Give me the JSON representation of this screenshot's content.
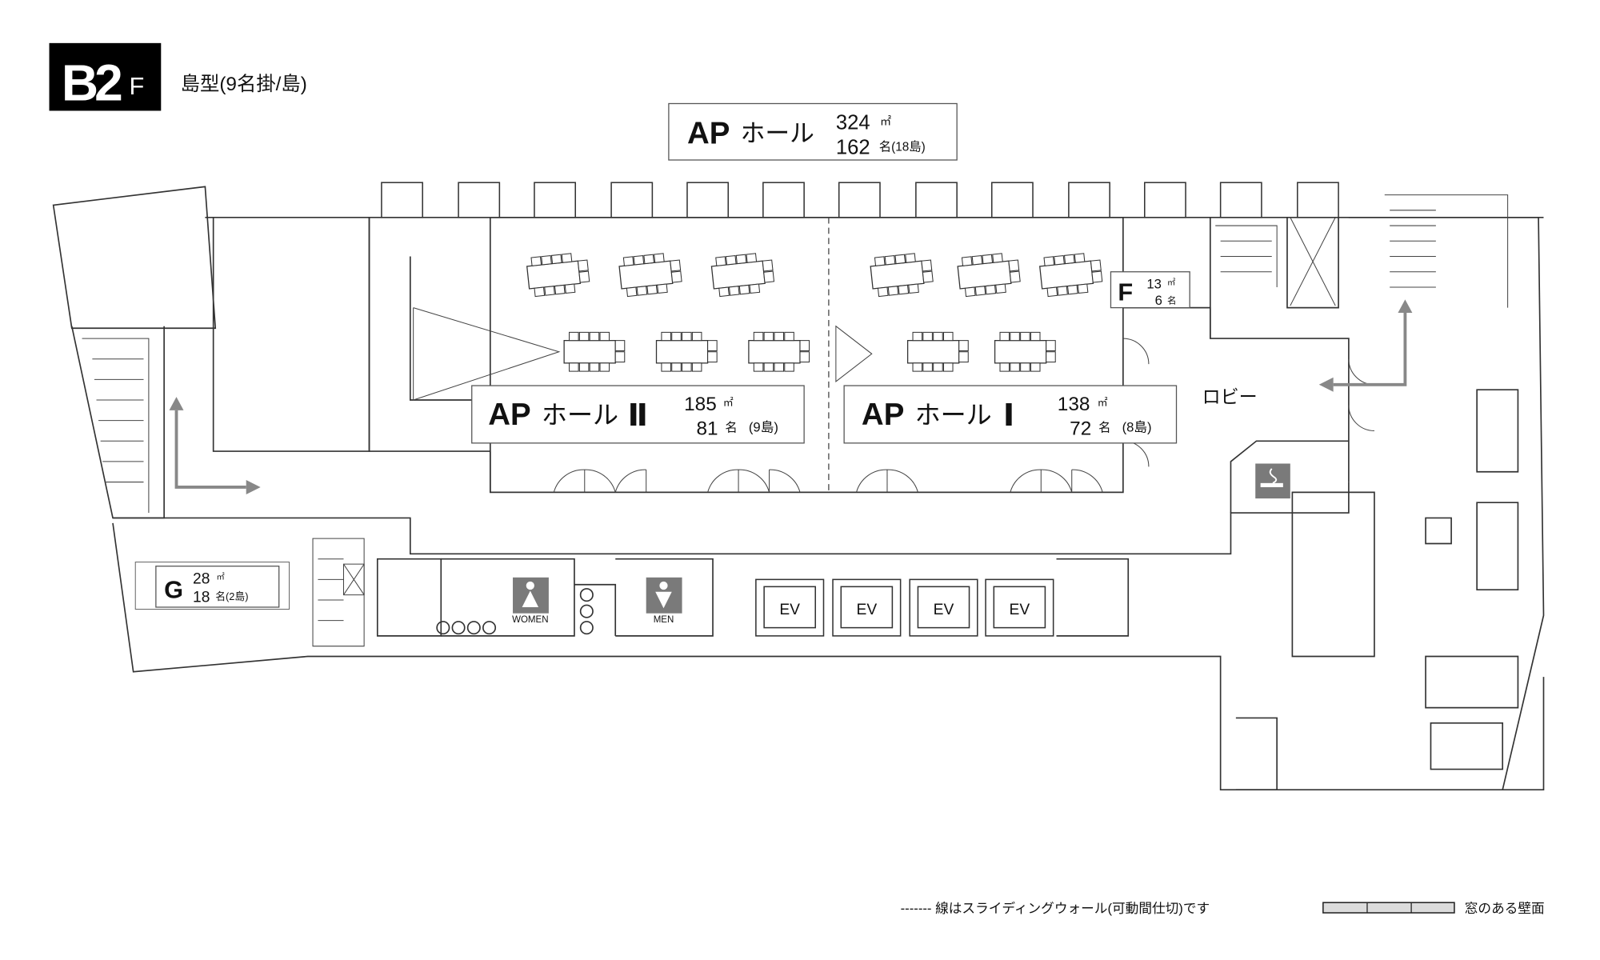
{
  "floor": {
    "badge_main": "B2",
    "badge_suffix": "F",
    "layout_note": "島型(9名掛/島)"
  },
  "ap_hall": {
    "name_en": "AP",
    "name_jp": "ホール",
    "area": "324",
    "area_unit": "㎡",
    "capacity": "162",
    "capacity_unit": "名(18島)"
  },
  "ap_hall_2": {
    "name_en": "AP",
    "name_jp": "ホール",
    "numeral": "Ⅱ",
    "area": "185",
    "area_unit": "㎡",
    "capacity": "81",
    "capacity_unit": "名",
    "islands": "(9島)"
  },
  "ap_hall_1": {
    "name_en": "AP",
    "name_jp": "ホール",
    "numeral": "Ⅰ",
    "area": "138",
    "area_unit": "㎡",
    "capacity": "72",
    "capacity_unit": "名",
    "islands": "(8島)"
  },
  "room_f": {
    "letter": "F",
    "area": "13",
    "area_unit": "㎡",
    "capacity": "6",
    "capacity_unit": "名"
  },
  "room_g": {
    "letter": "G",
    "area": "28",
    "area_unit": "㎡",
    "capacity": "18",
    "capacity_unit": "名(2島)"
  },
  "lobby": "ロビー",
  "restrooms": {
    "women": "WOMEN",
    "men": "MEN"
  },
  "elevators": [
    "EV",
    "EV",
    "EV",
    "EV"
  ],
  "legend": {
    "sliding_wall": "------- 線はスライディングウォール(可動間仕切)です",
    "window_wall": "窓のある壁面"
  },
  "colors": {
    "icon_gray": "#7a7a7a",
    "window_fill": "#dcdcdc",
    "badge": "#000000"
  }
}
